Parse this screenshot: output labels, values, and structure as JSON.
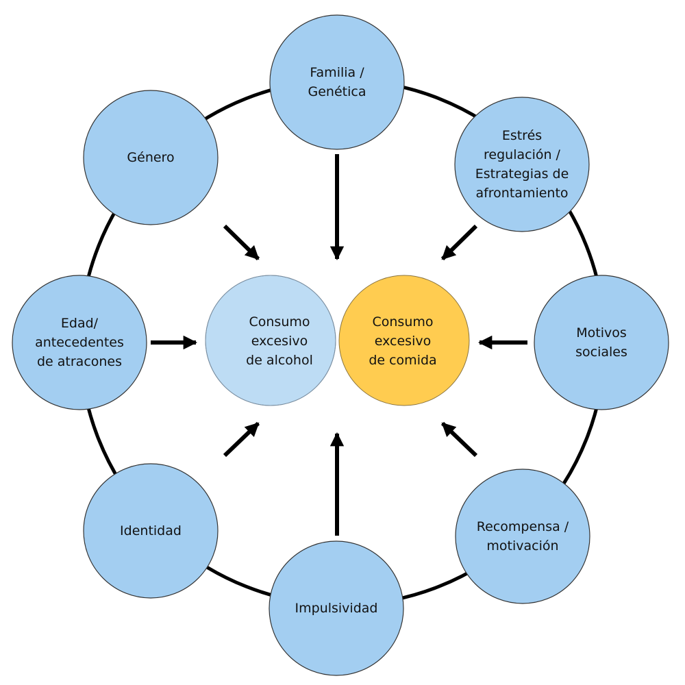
{
  "diagram": {
    "title": "",
    "center": {
      "left": {
        "label": "Consumo\nexcesivo\nde alcohol",
        "fill": "#BDDCF4"
      },
      "right": {
        "label": "Consumo\nexcesivo\nde comida",
        "fill": "#FFCC50"
      },
      "overlap_fill": "#BFCCBE"
    },
    "factor_fill": "#A3CEF1",
    "ring_color": "#000000",
    "arrow_color": "#000000",
    "factors": [
      {
        "id": "familia-genetica",
        "label": "Familia /\nGenética",
        "position": "top"
      },
      {
        "id": "estres-regulacion",
        "label": "Estrés\nregulación /\nEstrategias de\nafrontamiento",
        "position": "top-right"
      },
      {
        "id": "motivos-sociales",
        "label": "Motivos\nsociales",
        "position": "right"
      },
      {
        "id": "recompensa-motivacion",
        "label": "Recompensa /\nmotivación",
        "position": "bottom-right"
      },
      {
        "id": "impulsividad",
        "label": "Impulsividad",
        "position": "bottom"
      },
      {
        "id": "identidad",
        "label": "Identidad",
        "position": "bottom-left"
      },
      {
        "id": "edad-antecedentes",
        "label": "Edad/\nantecedentes\nde atracones",
        "position": "left"
      },
      {
        "id": "genero",
        "label": "Género",
        "position": "top-left"
      }
    ]
  }
}
